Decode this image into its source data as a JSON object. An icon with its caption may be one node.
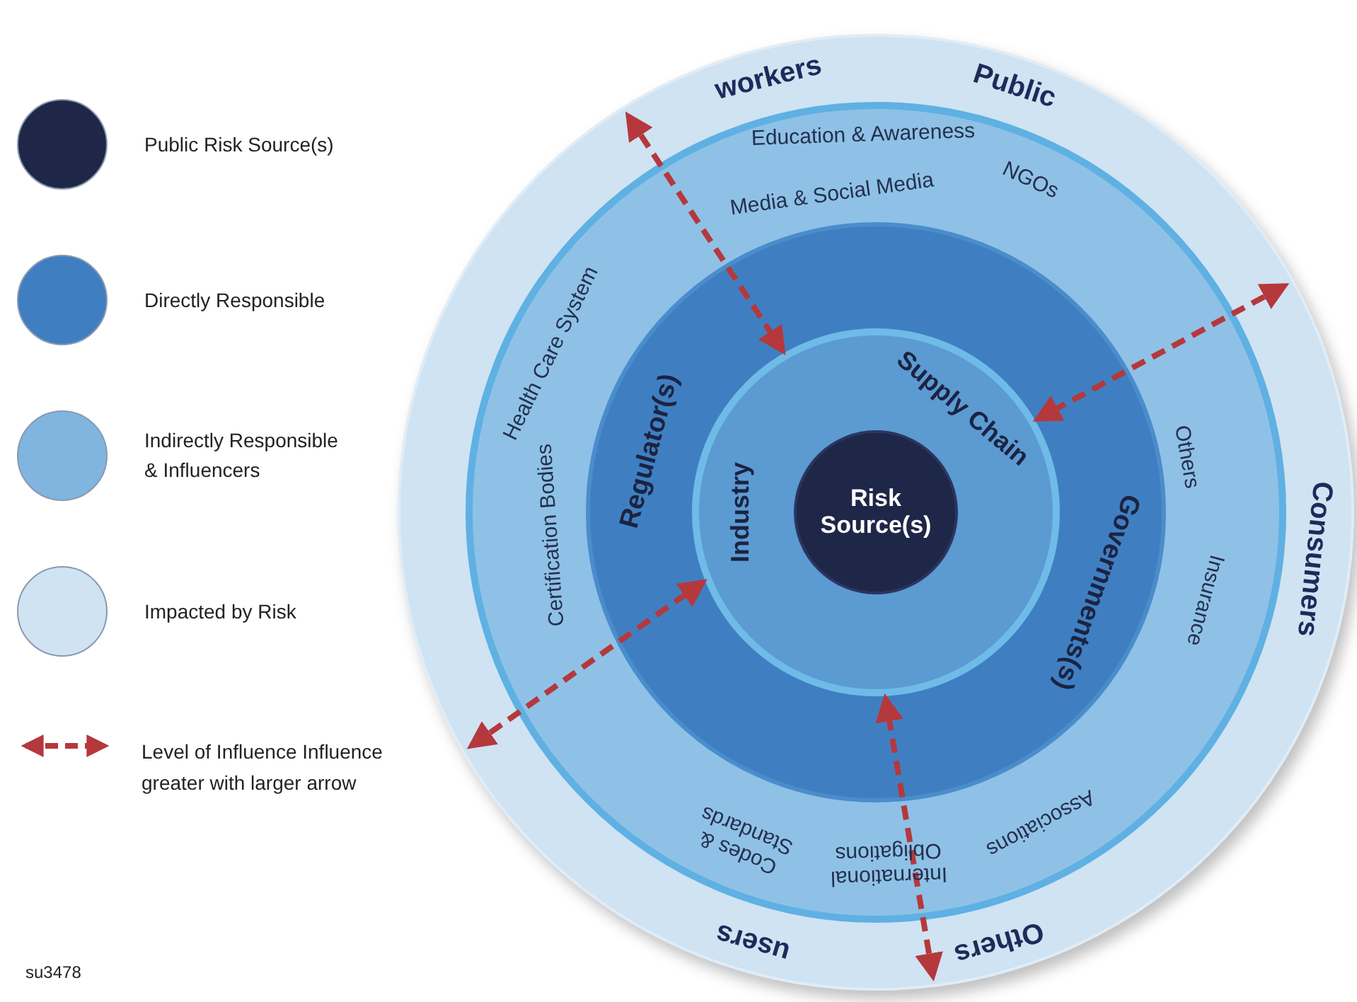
{
  "diagram": {
    "nodes": [
      {
        "text": [
          "Public",
          "workers",
          "Consumers",
          "Others",
          "users"
        ]
      },
      {
        "text": [
          "Education & Awareness",
          "Media & Social Media",
          "NGOs",
          "Others",
          "Insurance",
          "Associations",
          "International Obligations",
          "Codes & Standards",
          "Certification Bodies",
          "Health Care System"
        ],
        "in": 0
      },
      {
        "text": [
          "Regulator(s)",
          "Governments(s)"
        ],
        "in": 1
      },
      {
        "text": [
          "Industry",
          "Supply Chain"
        ],
        "in": 2
      },
      {
        "text": [
          "Risk Source(s)"
        ],
        "in": 3
      }
    ],
    "edges": [
      {
        "from": 0,
        "to": 3,
        "arrow": "both",
        "style": "dashed"
      },
      {
        "from": 0,
        "to": 3,
        "arrow": "both",
        "style": "dashed"
      },
      {
        "from": 0,
        "to": 3,
        "arrow": "both",
        "style": "dashed"
      },
      {
        "from": 0,
        "to": 3,
        "arrow": "both",
        "style": "dashed"
      }
    ],
    "labels": [
      "su3478"
    ],
    "legend": [
      {
        "text": "Public Risk Source(s)",
        "color": "#1e2748"
      },
      {
        "text": "Directly Responsible",
        "color": "#3f7fc1"
      },
      {
        "text": "Indirectly Responsible & Influencers",
        "color": "#7fb5df"
      },
      {
        "text": "Impacted by Risk",
        "color": "#cfe3f2"
      },
      {
        "text": "Level of Influence Influence greater with larger arrow"
      }
    ]
  }
}
